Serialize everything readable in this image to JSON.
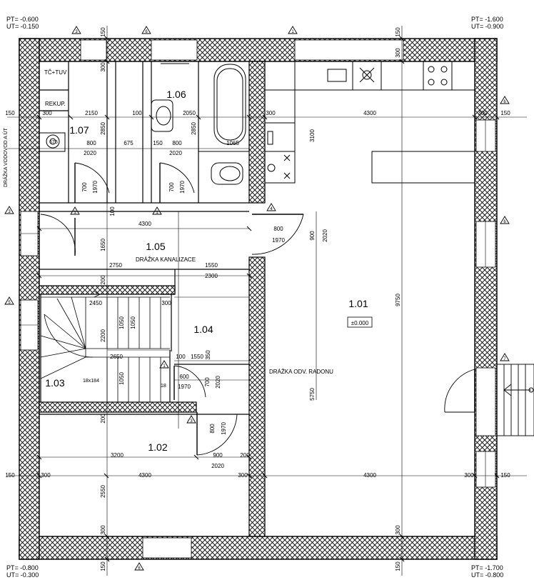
{
  "levels": {
    "top_left": {
      "pt": "PT= -0.600",
      "ut": "UT= -0.150"
    },
    "top_right": {
      "pt": "PT= -1.600",
      "ut": "UT= -0.900"
    },
    "bottom_left": {
      "pt": "PT= -0.800",
      "ut": "UT= -0.300"
    },
    "bottom_right": {
      "pt": "PT= -1.700",
      "ut": "UT= -0.800"
    }
  },
  "rooms": {
    "r101": {
      "number": "1.01",
      "level": "±0.000"
    },
    "r102": {
      "number": "1.02"
    },
    "r103": {
      "number": "1.03"
    },
    "r104": {
      "number": "1.04"
    },
    "r105": {
      "number": "1.05"
    },
    "r106": {
      "number": "1.06"
    },
    "r107": {
      "number": "1.07"
    }
  },
  "labels": {
    "tc_tuv": "TČ+TUV",
    "rekup": "REKUP.",
    "drazka_vodovod": "DRÁŽKA VODOVOD A ÚT",
    "drazka_kanalizace": "DRÁŽKA KANALIZACE",
    "drazka_radon": "DRÁŽKA ODV. RADONU",
    "stair_spec": "18x184",
    "stair_start": "18",
    "boiler": "675"
  },
  "dims": {
    "d300": "300",
    "d150": "150",
    "d2150": "2150",
    "d100": "100",
    "d2050": "2050",
    "d4300": "4300",
    "d2850": "2850",
    "d800": "800",
    "d675": "675",
    "d2020": "2020",
    "d1065": "1065",
    "d3100": "3100",
    "d700": "700",
    "d1970": "1970",
    "d900": "900",
    "d1650": "1650",
    "d2750": "2750",
    "d1550": "1550",
    "d2300": "2300",
    "d2450": "2450",
    "d1050": "1050",
    "d2200": "2200",
    "d2650": "2650",
    "d350": "350",
    "d600": "600",
    "d9750": "9750",
    "d5750": "5750",
    "d200": "200",
    "d3200": "3200",
    "d2550": "2550"
  },
  "section_marks": [
    "1",
    "3",
    "4",
    "5",
    "6",
    "7"
  ]
}
